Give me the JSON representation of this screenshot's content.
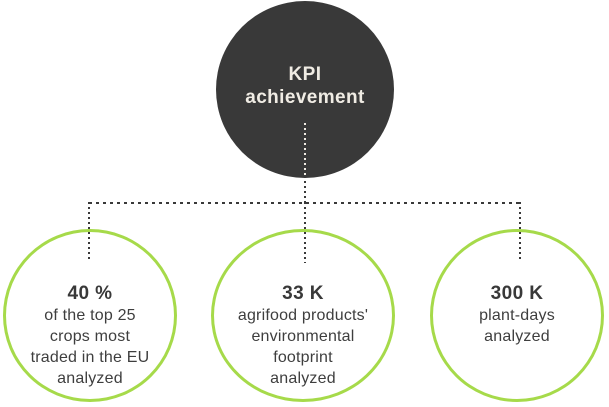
{
  "title_circle": {
    "label": "KPI\nachievement"
  },
  "kpi_circles": [
    {
      "id": "crops",
      "value": "40 %",
      "label": "of the top 25\ncrops most\ntraded in the EU\nanalyzed"
    },
    {
      "id": "agrifood-products",
      "value": "33 K",
      "label": "agrifood products'\nenvironmental\nfootprint\nanalyzed"
    },
    {
      "id": "plant-days",
      "value": "300 K",
      "label": "plant-days\nanalyzed"
    }
  ],
  "colors": {
    "dark": "#393939",
    "green": "#a6da4a",
    "text_light": "#f0ece4",
    "text_dark": "#3e3e3e",
    "background": "#ffffff"
  }
}
